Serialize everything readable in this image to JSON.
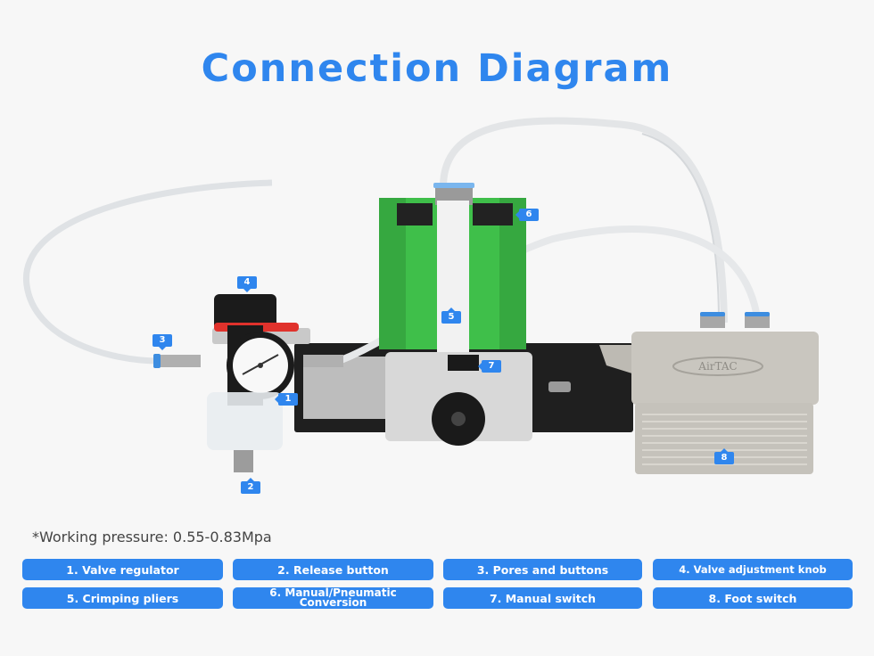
{
  "title": "Connection Diagram",
  "diagram": {
    "markers": [
      {
        "id": "1",
        "label": "1"
      },
      {
        "id": "2",
        "label": "2"
      },
      {
        "id": "3",
        "label": "3"
      },
      {
        "id": "4",
        "label": "4"
      },
      {
        "id": "5",
        "label": "5"
      },
      {
        "id": "6",
        "label": "6"
      },
      {
        "id": "7",
        "label": "7"
      },
      {
        "id": "8",
        "label": "8"
      }
    ],
    "foot_switch_brand": "AirTAC",
    "colors": {
      "accent": "#2f86ee",
      "cylinder_green": "#3fbf4a",
      "regulator_black": "#1b1b1b",
      "regulator_red": "#e0322c",
      "silver": "#c9c6bf",
      "tube": "#e6e8ea",
      "fitting_blue": "#3d8de0"
    }
  },
  "note": "*Working pressure: 0.55-0.83Mpa",
  "legend": [
    {
      "label": "1. Valve regulator"
    },
    {
      "label": "2. Release button"
    },
    {
      "label": "3. Pores and buttons"
    },
    {
      "label": "4. Valve adjustment knob"
    },
    {
      "label": "5. Crimping pliers"
    },
    {
      "label": "6. Manual/Pneumatic Conversion"
    },
    {
      "label": "7. Manual switch"
    },
    {
      "label": "8. Foot switch"
    }
  ],
  "legend_line6": [
    "6. Manual/Pneumatic",
    "Conversion"
  ]
}
